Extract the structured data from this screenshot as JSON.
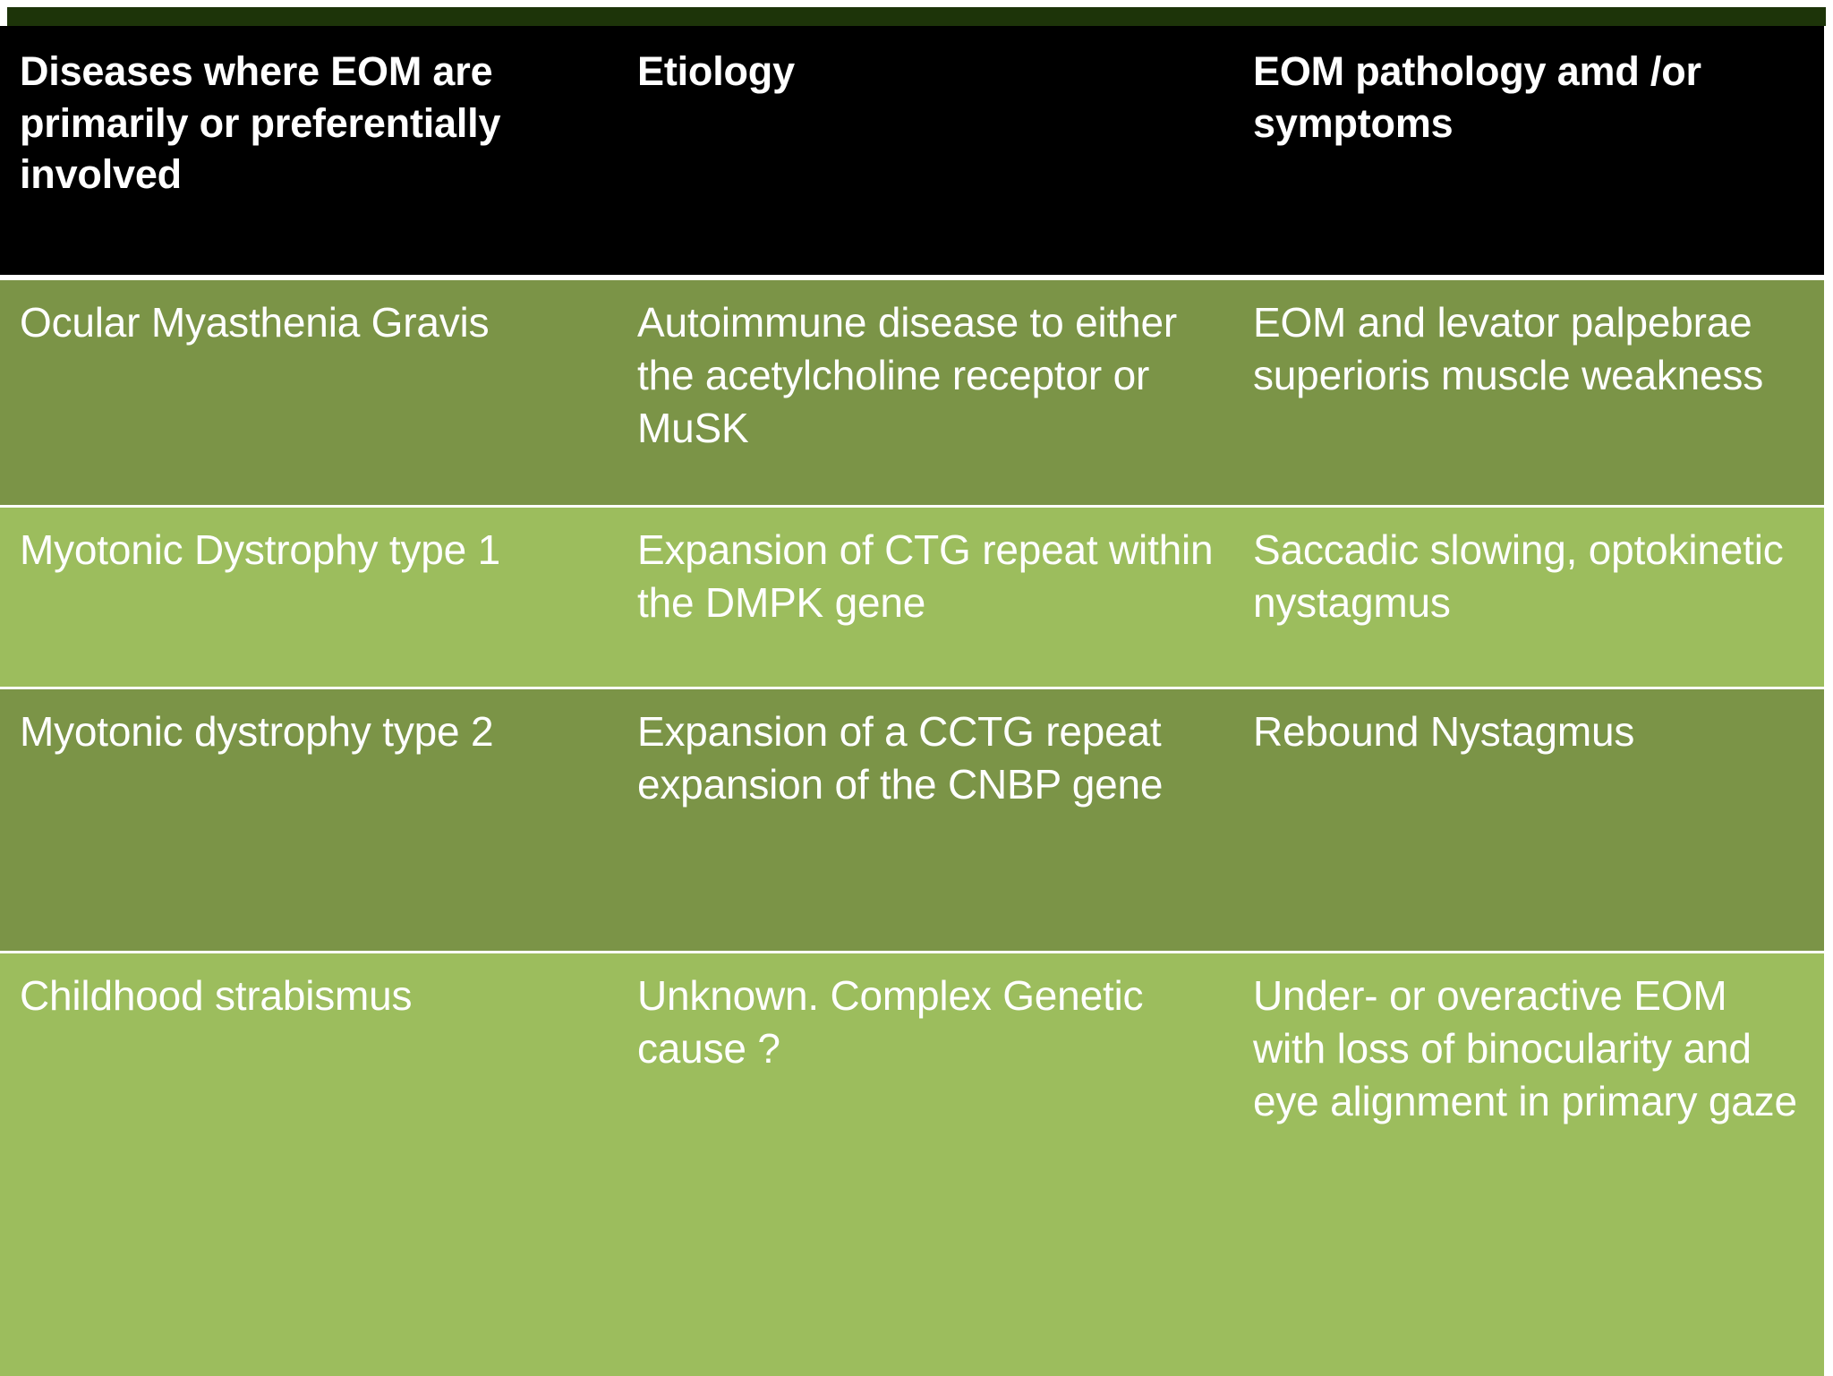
{
  "slide": {
    "accent_band_color": "#1d3409",
    "header_background": "#000000",
    "row_color_dark": "#7b9447",
    "row_color_light": "#9cbd5d",
    "text_color": "#ffffff"
  },
  "table": {
    "headers": [
      "Diseases where EOM are primarily or preferentially involved",
      "Etiology",
      "EOM pathology amd /or symptoms"
    ],
    "rows": [
      {
        "disease": "Ocular Myasthenia Gravis",
        "etiology": "Autoimmune disease to either the acetylcholine receptor or MuSK",
        "pathology": "EOM and levator palpebrae superioris muscle weakness",
        "tone": "dark"
      },
      {
        "disease": "Myotonic Dystrophy type 1",
        "etiology": "Expansion of CTG repeat within the DMPK gene",
        "pathology": "Saccadic slowing, optokinetic nystagmus",
        "tone": "light"
      },
      {
        "disease": "Myotonic dystrophy type 2",
        "etiology": "Expansion of a CCTG repeat expansion of the CNBP gene",
        "pathology": "Rebound Nystagmus",
        "tone": "dark"
      },
      {
        "disease": "Childhood strabismus",
        "etiology": "Unknown. Complex Genetic cause ?",
        "pathology": "Under- or overactive EOM with loss of binocularity and eye alignment in primary gaze",
        "tone": "light"
      }
    ]
  }
}
